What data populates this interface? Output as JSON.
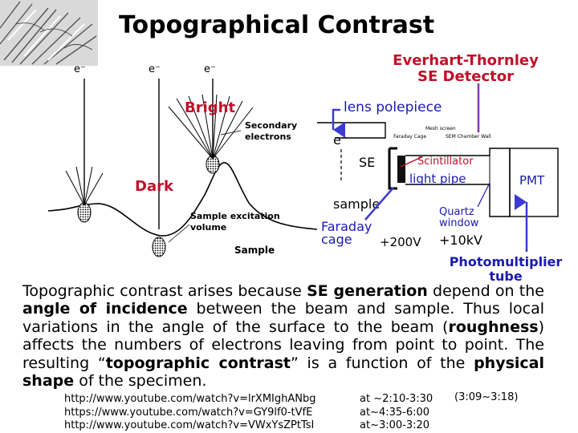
{
  "title": "Topographical Contrast",
  "detector_name": [
    "Everhart-Thornley",
    "SE Detector"
  ],
  "labels": {
    "bright": "Bright",
    "dark": "Dark",
    "lens_polepiece": "lens polepiece",
    "photomultiplier": [
      "Photomultiplier",
      "tube"
    ]
  },
  "left_figure": {
    "beams": [
      "e⁻",
      "e⁻",
      "e⁻"
    ],
    "secondary_electrons": [
      "Secondary",
      "electrons"
    ],
    "excitation_volume": [
      "Sample excitation",
      "volume"
    ],
    "sample": "Sample"
  },
  "detector_diagram": {
    "electron": "e⁻",
    "se": "SE",
    "sample": "sample",
    "scintillator": "Scintillator",
    "light_pipe": "light pipe",
    "pmt": "PMT",
    "quartz_window": [
      "Quartz",
      "window"
    ],
    "faraday_cage": [
      "Faraday",
      "cage"
    ],
    "faraday_voltage": "+200V",
    "scintillator_voltage": "+10kV",
    "mesh_screen": "Mesh screen",
    "faraday_cage_small": "Faraday Cage",
    "small_label": "SEM Chamber Wall"
  },
  "paragraph": {
    "p1": "Topographic contrast arises because ",
    "b1": "SE generation",
    "p2": " depend on the ",
    "b2": "angle of incidence",
    "p3": " between the beam and sample. Thus local variations in the angle of the surface to the beam (",
    "b3": "roughness",
    "p4": ") affects the numbers of electrons leaving from point to point. The resulting “",
    "b4": "topographic contrast",
    "p5": "” is a function of the ",
    "b5": "physical shape",
    "p6": " of the specimen."
  },
  "links": [
    {
      "url": "http://www.youtube.com/watch?v=lrXMIghANbg",
      "time": "at ~2:10-3:30"
    },
    {
      "url": "https://www.youtube.com/watch?v=GY9lf0-tVfE",
      "time": "at~4:35-6:00"
    },
    {
      "url": "http://www.youtube.com/watch?v=VWxYsZPtTsI",
      "time": "at~3:00-3:20"
    }
  ],
  "extra_time": "(3:09~3:18)",
  "colors": {
    "red": "#c0102a",
    "blue": "#1a1ab0",
    "arrow_blue": "#3b3bd0",
    "arrow_purple": "#8a3aa8"
  }
}
